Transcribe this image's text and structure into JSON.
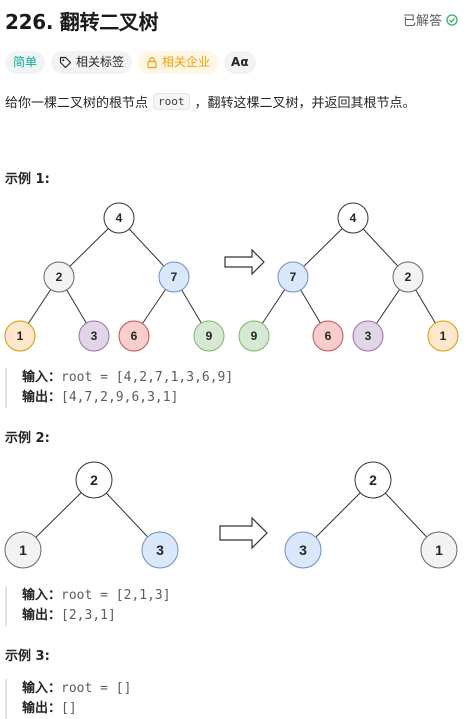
{
  "problem": {
    "title": "226. 翻转二叉树",
    "status": "已解答"
  },
  "tags": {
    "difficulty": "简单",
    "related_topics": "相关标签",
    "related_companies": "相关企业",
    "font_toggle": "Aα"
  },
  "description": {
    "before": "给你一棵二叉树的根节点",
    "code": "root",
    "after": "，翻转这棵二叉树，并返回其根节点。"
  },
  "examples": [
    {
      "title": "示例 1:",
      "input_label": "输入：",
      "input_value": "root = [4,2,7,1,3,6,9]",
      "output_label": "输出：",
      "output_value": "[4,7,2,9,6,3,1]",
      "tree_before": [
        "4",
        "2",
        "7",
        "1",
        "3",
        "6",
        "9"
      ],
      "tree_after": [
        "4",
        "7",
        "2",
        "9",
        "6",
        "3",
        "1"
      ]
    },
    {
      "title": "示例 2:",
      "input_label": "输入：",
      "input_value": "root = [2,1,3]",
      "output_label": "输出：",
      "output_value": "[2,3,1]",
      "tree_before": [
        "2",
        "1",
        "3"
      ],
      "tree_after": [
        "2",
        "3",
        "1"
      ]
    },
    {
      "title": "示例 3:",
      "input_label": "输入：",
      "input_value": "root = []",
      "output_label": "输出：",
      "output_value": "[]"
    }
  ],
  "colors": {
    "node_white": "#ffffff",
    "node_gray": "#f3f3f3",
    "node_blue": "#dae8fc",
    "node_orange": "#ffe6cc",
    "node_purple": "#e1d5e7",
    "node_red": "#f8cecc",
    "node_green": "#d5e8d4",
    "easy_green": "#00af9b",
    "company_orange": "#f0a000"
  }
}
